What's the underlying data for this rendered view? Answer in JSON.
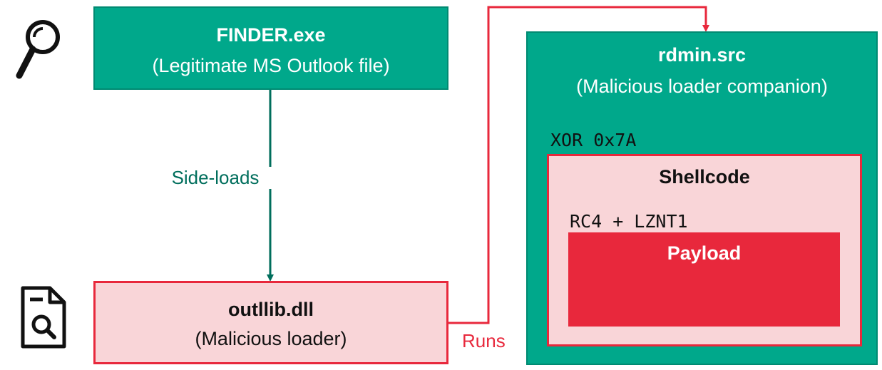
{
  "finder": {
    "title": "FINDER.exe",
    "subtitle": "(Legitimate MS Outlook file)"
  },
  "outllib": {
    "title": "outllib.dll",
    "subtitle": "(Malicious loader)"
  },
  "rdmin": {
    "title": "rdmin.src",
    "subtitle": "(Malicious loader companion)",
    "encoding": "XOR 0x7A"
  },
  "shellcode": {
    "title": "Shellcode",
    "encoding": "RC4 + LZNT1"
  },
  "payload": {
    "title": "Payload"
  },
  "edges": {
    "sideloads": "Side-loads",
    "runs": "Runs"
  },
  "colors": {
    "green": "#00a88b",
    "dark_green": "#006e5c",
    "red": "#e8283c",
    "pink": "#f9d5d8"
  },
  "icons": {
    "search": "magnifier-icon",
    "file_search": "file-search-icon"
  }
}
